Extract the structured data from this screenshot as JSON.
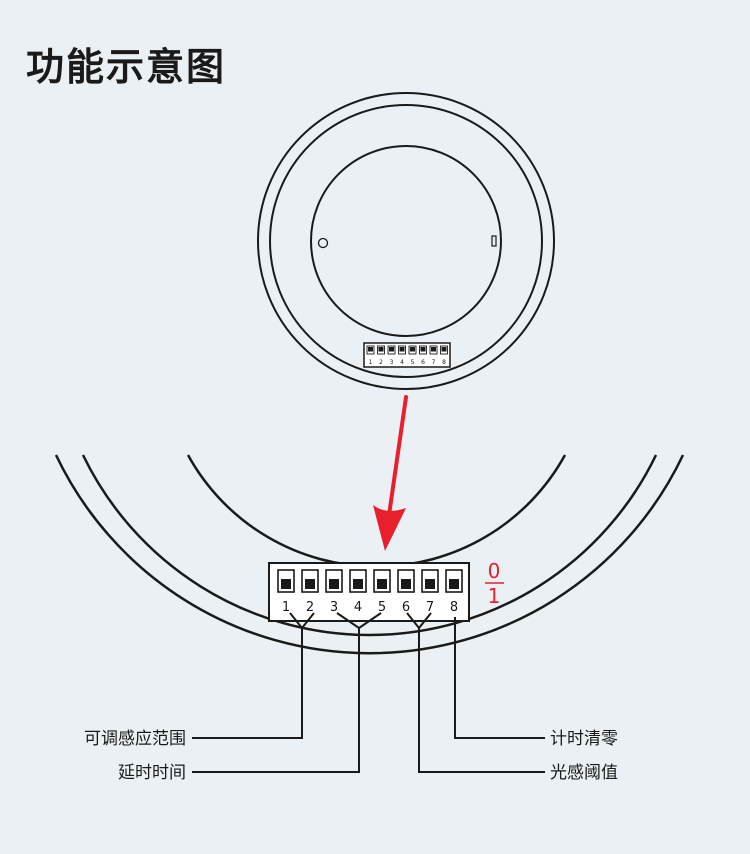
{
  "title": "功能示意图",
  "switch_numbers": [
    "1",
    "2",
    "3",
    "4",
    "5",
    "6",
    "7",
    "8"
  ],
  "state_labels": {
    "off": "0",
    "on": "1"
  },
  "functions": {
    "sensing_range": "可调感应范围",
    "delay_time": "延时时间",
    "timer_reset": "计时清零",
    "light_threshold": "光感阈值"
  },
  "colors": {
    "accent": "#e8202d",
    "line": "#1a1a1a",
    "background": "#eaf0f3"
  }
}
